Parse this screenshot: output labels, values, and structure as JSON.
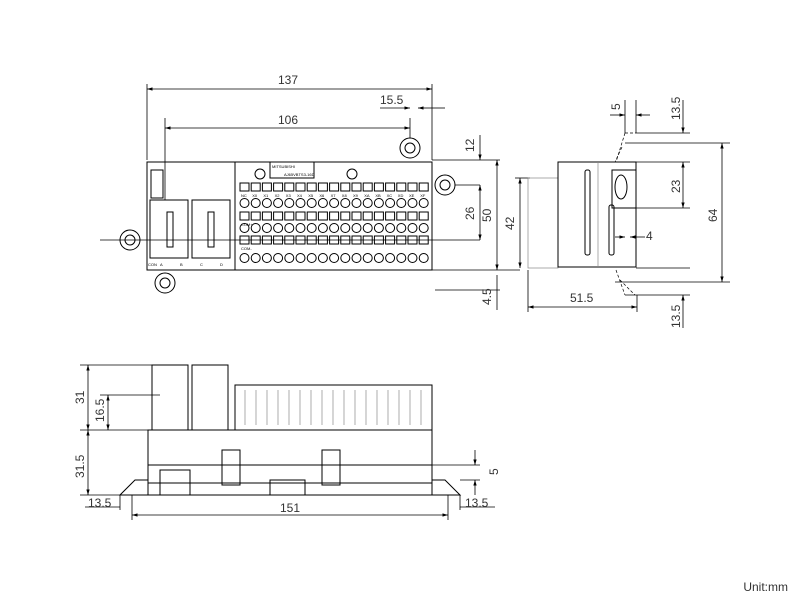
{
  "top_view": {
    "dims": {
      "overall_width": "137",
      "right_ear_offset": "15.5",
      "ear_pitch": "106",
      "top_ear_height": "12",
      "mid_height": "26",
      "body_height": "50",
      "rail_height": "42",
      "bottom_offset": "4.5"
    },
    "module": {
      "brand": "MITSUBISHI",
      "model": "AJ65VBTS3-16D",
      "connector_labels": [
        "CON",
        "A",
        "B",
        "C",
        "D"
      ],
      "terminal_labels": [
        "NC",
        "X0",
        "X1",
        "X2",
        "X3",
        "X4",
        "X5",
        "X6",
        "X7",
        "X8",
        "X9",
        "XA",
        "XB",
        "XC",
        "XD",
        "XE",
        "XF"
      ],
      "com_plus": "COM+",
      "com_minus": "COM-"
    }
  },
  "side_view": {
    "dims": {
      "depth": "51.5",
      "top_offset": "5",
      "top_ear": "13.5",
      "upper_height": "23",
      "overall_height": "64",
      "rail_gap": "4",
      "bottom_ear": "13.5"
    }
  },
  "front_view": {
    "dims": {
      "connector_height": "31",
      "connector_mid": "16.5",
      "body_height": "31.5",
      "rail_height": "5",
      "left_ear": "13.5",
      "overall_length": "151",
      "right_ear": "13.5"
    }
  },
  "unit_label": "Unit:mm"
}
